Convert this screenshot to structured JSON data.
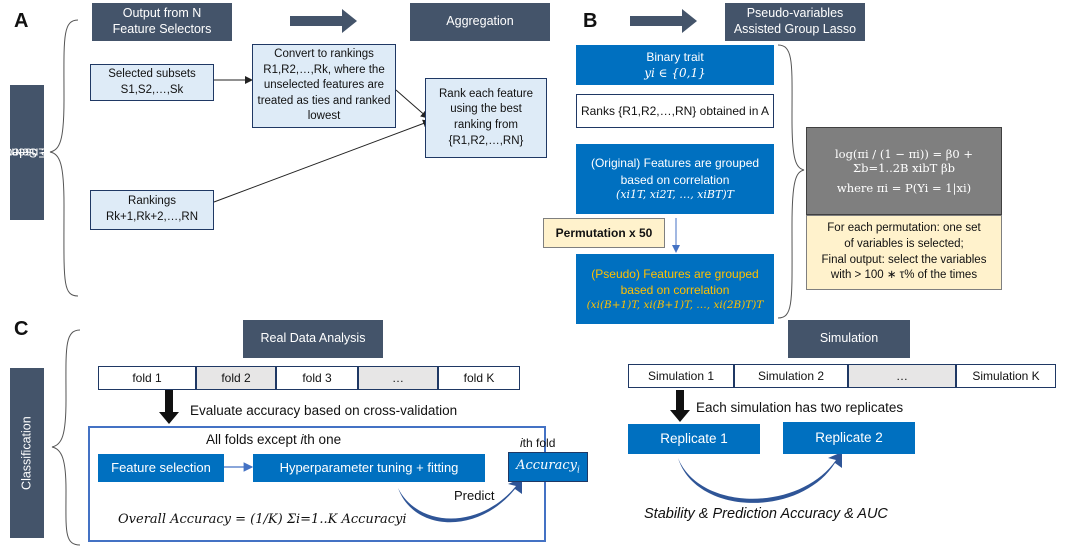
{
  "panel_letters": {
    "a": "A",
    "b": "B",
    "c": "C"
  },
  "side_labels": {
    "ensemble_line1": "Ensemble",
    "ensemble_line2": "Feature Selection",
    "classification": "Classification"
  },
  "panel_a": {
    "header_output_line1": "Output from N",
    "header_output_line2": "Feature Selectors",
    "header_aggregation": "Aggregation",
    "selected_subsets_line1": "Selected subsets",
    "selected_subsets_line2": "S1,S2,…,Sk",
    "rankings_line1": "Rankings",
    "rankings_line2": "Rk+1,Rk+2,…,RN",
    "convert_text": "Convert to rankings R1,R2,…,Rk, where the unselected features are treated as ties and ranked lowest",
    "rank_each_text": "Rank each feature using the best ranking from {R1,R2,…,RN}"
  },
  "panel_b": {
    "header_line1": "Pseudo-variables",
    "header_line2": "Assisted Group Lasso",
    "binary_trait_line1": "Binary trait",
    "binary_trait_line2": "yi ∈ {0,1}",
    "ranks_text": "Ranks {R1,R2,…,RN} obtained in A",
    "original_line1": "(Original) Features are grouped",
    "original_line2": "based on correlation",
    "original_math": "(xi1T, xi2T, …, xiBT)T",
    "permutation": "Permutation x 50",
    "pseudo_line1": "(Pseudo) Features are grouped",
    "pseudo_line2": "based on correlation",
    "pseudo_math": "(xi(B+1)T, xi(B+1)T, …, xi(2B)T)T",
    "formula_line1": "log(πi / (1 − πi)) = β0 + Σb=1..2B xibT βb",
    "formula_line2": "where πi = P(Yi = 1|xi)",
    "note_line1": "For each permutation: one set",
    "note_line2": "of variables is selected;",
    "note_line3": "Final output: select the variables",
    "note_line4": "with > 100 ∗ τ% of the times"
  },
  "panel_c": {
    "header_real": "Real Data Analysis",
    "header_sim": "Simulation",
    "folds": [
      "fold 1",
      "fold 2",
      "fold 3",
      "…",
      "fold K"
    ],
    "sims": [
      "Simulation 1",
      "Simulation 2",
      "…",
      "Simulation K"
    ],
    "evaluate_text": "Evaluate accuracy based on cross-validation",
    "each_sim_text": "Each simulation has two replicates",
    "all_folds_prefix": "All folds except ",
    "all_folds_i": "i",
    "all_folds_suffix": "th one",
    "ith_fold_i": "i",
    "ith_fold_suffix": "th fold",
    "feature_selection": "Feature selection",
    "hyper_tuning": "Hyperparameter tuning + fitting",
    "accuracy_i": "Accuracy",
    "predict": "Predict",
    "overall_formula": "Overall Accuracy = (1/K) Σi=1..K Accuracyi",
    "replicate_1": "Replicate 1",
    "replicate_2": "Replicate 2",
    "stability_text": "Stability & Prediction Accuracy & AUC"
  },
  "colors": {
    "navy": "#44546a",
    "blue": "#0070c0",
    "light_blue": "#deebf7",
    "arrow_blue": "#2f5597",
    "formula_gray": "#7f7f7f",
    "note_yellow": "#fff2cc",
    "pseudo_yellow": "#ffc000"
  }
}
